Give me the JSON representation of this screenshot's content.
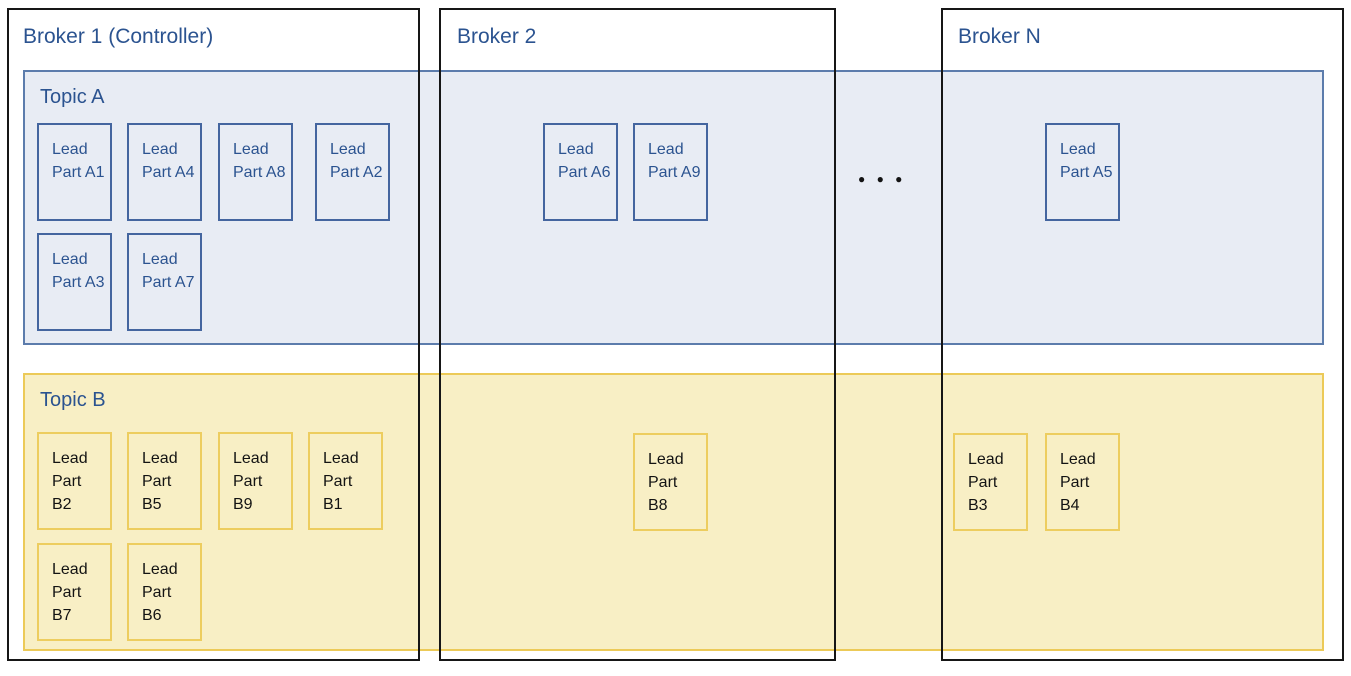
{
  "page": {
    "background": "#ffffff"
  },
  "brokers": [
    {
      "title": "Broker 1 (Controller)"
    },
    {
      "title": "Broker 2"
    },
    {
      "title": "Broker N"
    }
  ],
  "topics": [
    {
      "label": "Topic A",
      "fill": "#e8ecf4",
      "border_color": "#5c7cac",
      "partition_border_color": "#44659f",
      "partition_text_color": "#2b5390"
    },
    {
      "label": "Topic B",
      "fill": "#f8efc5",
      "border_color": "#ecca58",
      "partition_border_color": "#edcd5f",
      "partition_text_color": "#131313"
    }
  ],
  "ellipsis": "● ● ●",
  "partitions": {
    "topic_a": {
      "broker_1": [
        "Lead Part A1",
        "Lead Part A4",
        "Lead Part A8",
        "Lead Part A2",
        "Lead Part A3",
        "Lead Part A7"
      ],
      "broker_2": [
        "Lead Part A6",
        "Lead Part A9"
      ],
      "broker_n": [
        "Lead Part A5"
      ]
    },
    "topic_b": {
      "broker_1": [
        "Lead Part B2",
        "Lead Part B5",
        "Lead Part B9",
        "Lead Part B1",
        "Lead Part B7",
        "Lead Part B6"
      ],
      "broker_2": [
        "Lead Part B8"
      ],
      "broker_n": [
        "Lead Part B3",
        "Lead Part B4"
      ]
    }
  },
  "colors": {
    "broker_border": "#161616",
    "title_text": "#2b5390",
    "ellipsis": "#131313",
    "background": "#ffffff"
  }
}
